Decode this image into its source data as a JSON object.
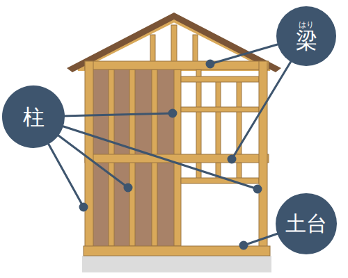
{
  "diagram": {
    "nodes": [
      {
        "text": [
          "はり",
          "梁"
        ]
      },
      {
        "text": [
          "柱"
        ]
      },
      {
        "text": [
          "土台"
        ]
      }
    ]
  }
}
